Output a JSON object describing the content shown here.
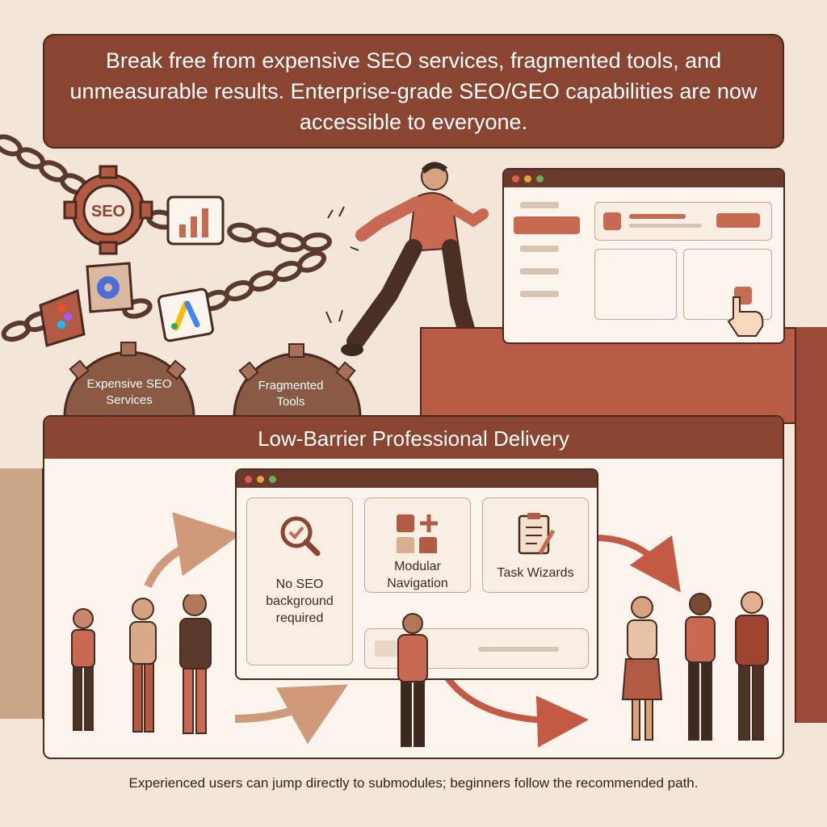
{
  "headline": "Break free from expensive SEO services, fragmented tools, and unmeasurable results. Enterprise-grade SEO/GEO capabilities are now accessible to everyone.",
  "icons": {
    "seo_gear_text": "SEO"
  },
  "gears": [
    {
      "label": "Expensive SEO Services"
    },
    {
      "label": "Fragmented Tools"
    }
  ],
  "panel": {
    "title": "Low-Barrier Professional Delivery",
    "features": [
      {
        "label": "No SEO background required",
        "icon": "magnifier-check-icon"
      },
      {
        "label": "Modular Navigation",
        "icon": "modules-grid-icon"
      },
      {
        "label": "Task Wizards",
        "icon": "clipboard-checklist-icon"
      }
    ]
  },
  "footer": "Experienced users can jump directly to submodules; beginners follow the recommended path.",
  "colors": {
    "background": "#f3e6d8",
    "brand": "#8a4432",
    "accent": "#c86a52",
    "outline": "#4a2a20"
  }
}
